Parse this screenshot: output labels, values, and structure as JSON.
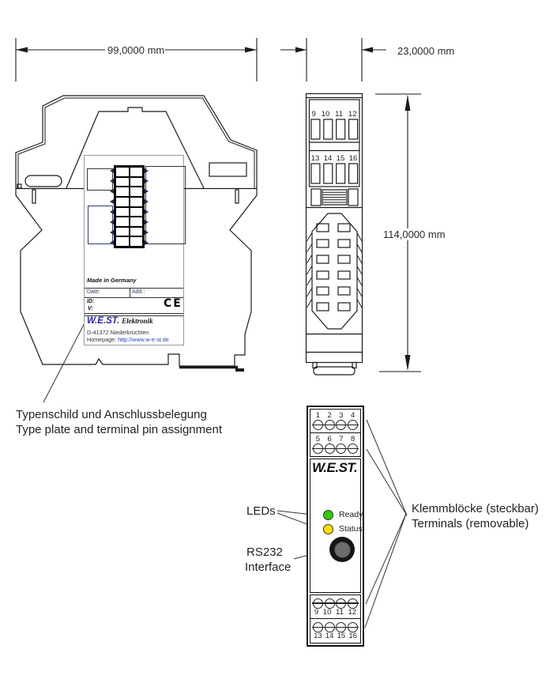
{
  "dimensions": {
    "side_width": "99,0000 mm",
    "front_width": "23,0000 mm",
    "height": "114,0000 mm"
  },
  "type_plate": {
    "made_in": "Made in Germany",
    "date_label": "Date:",
    "add_label": "Add.:",
    "id_label": "ID:",
    "version_label": "V:",
    "ce_mark": "CE",
    "logo_parts": [
      "W",
      ".",
      "E",
      ".",
      "ST",
      "."
    ],
    "logo_suffix": "Elektronik",
    "address": "D-41372 Niederkrüchten",
    "homepage_label": "Homepage:",
    "homepage_url": "http://www.w-e-st.de"
  },
  "top_view": {
    "terminal_row_1": [
      "9",
      "10",
      "11",
      "12"
    ],
    "terminal_row_2": [
      "13",
      "14",
      "15",
      "16"
    ]
  },
  "front_panel": {
    "logo": "W.E.ST.",
    "terminals_1_4": [
      "1",
      "2",
      "3",
      "4"
    ],
    "terminals_5_8": [
      "5",
      "6",
      "7",
      "8"
    ],
    "terminals_9_12": [
      "9",
      "10",
      "11",
      "12"
    ],
    "terminals_13_16": [
      "13",
      "14",
      "15",
      "16"
    ],
    "led_ready_label": "Ready",
    "led_status_label": "Status"
  },
  "callouts": {
    "type_plate_de": "Typenschild und Anschlussbelegung",
    "type_plate_en": "Type plate and terminal pin assignment",
    "leds_label": "LEDs",
    "rs232_label_line1": "RS232",
    "rs232_label_line2": "Interface",
    "terminals_de": "Klemmblöcke (steckbar)",
    "terminals_en": "Terminals (removable)"
  },
  "colors": {
    "line": "#1a1a1a",
    "led_ready": "#2fcc00",
    "led_status": "#ffdd00",
    "logo_blue": "#2222bb",
    "logo_red": "#cc1111",
    "link_blue": "#2244bb",
    "navy_accent": "#222a55"
  }
}
